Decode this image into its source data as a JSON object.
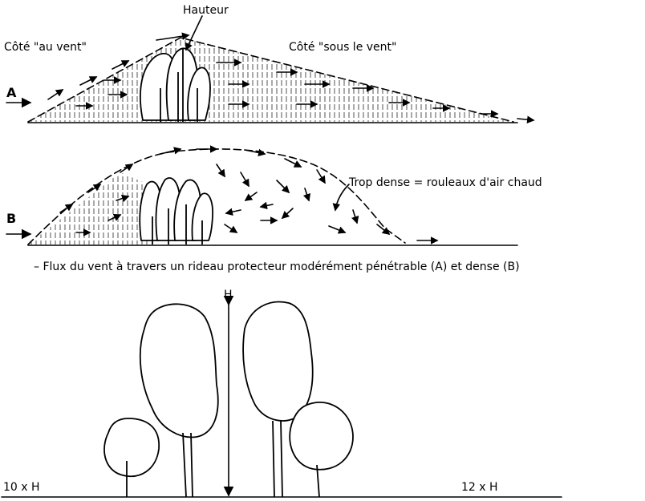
{
  "diagram_a": {
    "label_height": "Hauteur",
    "label_windward": "Côté  \"au vent\"",
    "label_leeward": "Côté  \"sous le vent\"",
    "marker": "A"
  },
  "diagram_b": {
    "annotation": "Trop dense = rouleaux d'air chaud",
    "marker": "B"
  },
  "caption": "– Flux du vent à travers un rideau protecteur modérément pénétrable (A) et dense (B)",
  "diagram_c": {
    "height_symbol": "H",
    "left_distance": "10 x H",
    "right_distance": "12 x H"
  }
}
